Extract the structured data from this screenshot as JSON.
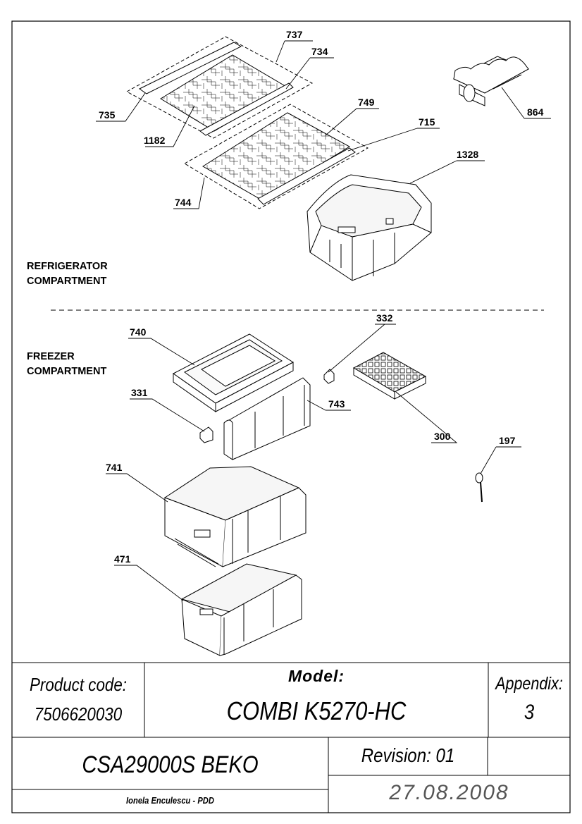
{
  "sections": {
    "refrigerator": [
      "REFRIGERATOR",
      "COMPARTMENT"
    ],
    "freezer": [
      "FREEZER",
      "COMPARTMENT"
    ]
  },
  "parts": {
    "p737": "737",
    "p734": "734",
    "p735": "735",
    "p1182": "1182",
    "p749": "749",
    "p715": "715",
    "p744": "744",
    "p864": "864",
    "p1328": "1328",
    "p332": "332",
    "p740": "740",
    "p331": "331",
    "p743": "743",
    "p300": "300",
    "p197": "197",
    "p741": "741",
    "p471": "471"
  },
  "titleblock": {
    "product_code_label": "Product code:",
    "product_code": "7506620030",
    "model_label": "Model:",
    "model": "COMBI K5270-HC",
    "appendix_label": "Appendix:",
    "appendix": "3",
    "product_name": "CSA29000S BEKO",
    "revision": "Revision: 01",
    "author": "Ionela Enculescu - PDD",
    "date": "27.08.2008"
  }
}
